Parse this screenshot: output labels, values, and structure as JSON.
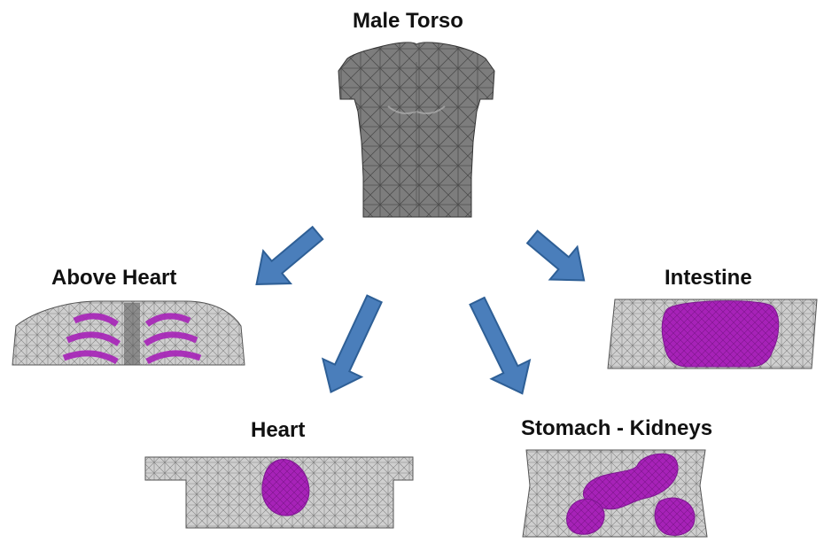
{
  "labels": {
    "root": "Male Torso",
    "above_heart": "Above Heart",
    "intestine": "Intestine",
    "heart": "Heart",
    "stomach_kidneys": "Stomach - Kidneys"
  },
  "colors": {
    "arrow_fill": "#4a7ebb",
    "arrow_stroke": "#2e5f96",
    "torso_surface": "#7a7a7a",
    "mesh": "#2e2e2e",
    "organ": "#b02ac2"
  }
}
